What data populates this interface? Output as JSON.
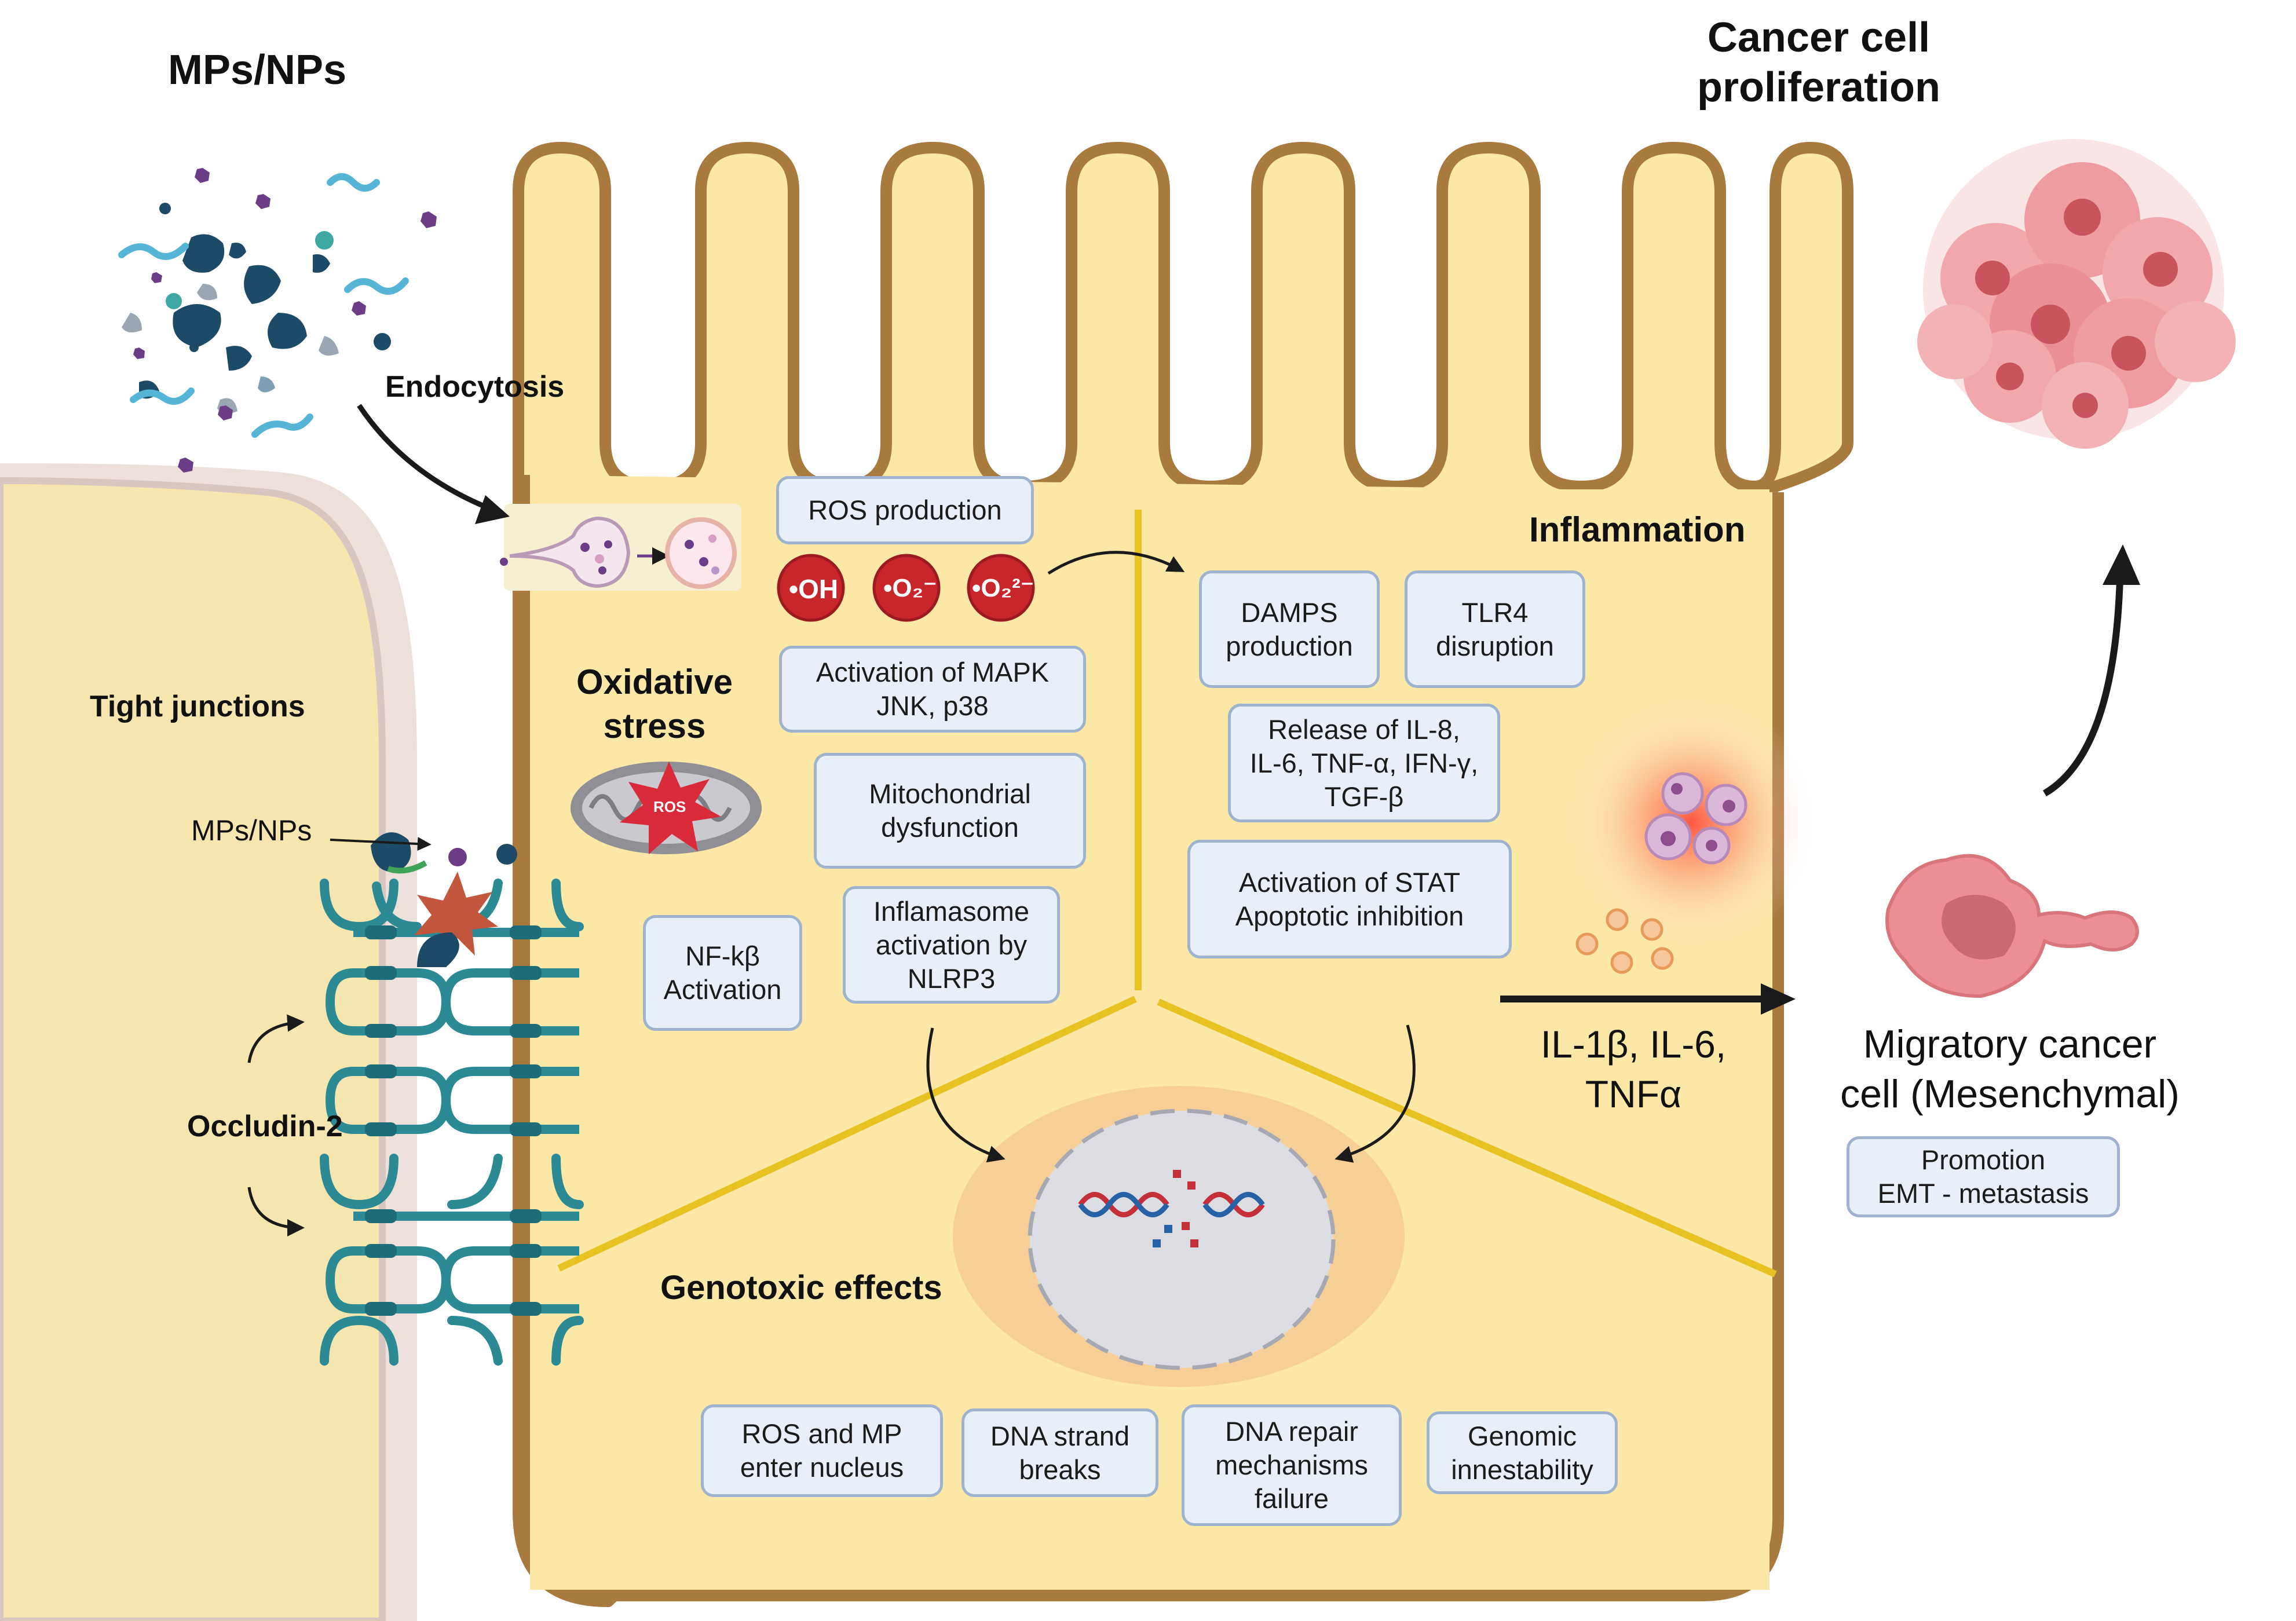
{
  "title_particles": "MPs/NPs",
  "title_cancer": "Cancer cell\nproliferation",
  "endocytosis": "Endocytosis",
  "tight_junctions": "Tight junctions",
  "mps_nps_small": "MPs/NPs",
  "occludin": "Occludin-2",
  "oxidative_stress": "Oxidative\nstress",
  "ros_label": "ROS",
  "radicals": [
    "•OH",
    "•O₂⁻",
    "•O₂²⁻"
  ],
  "inflammation": "Inflammation",
  "genotoxic": "Genotoxic effects",
  "cytokines": "IL-1β, IL-6,\nTNFα",
  "migratory": "Migratory cancer\ncell (Mesenchymal)",
  "boxes": {
    "ros_production": "ROS production",
    "mapk": "Activation of MAPK\nJNK, p38",
    "mito": "Mitochondrial\ndysfunction",
    "nfkb": "NF-kβ\nActivation",
    "inflamasome": "Inflamasome\nactivation by\nNLRP3",
    "damps": "DAMPS\nproduction",
    "tlr4": "TLR4\ndisruption",
    "release": "Release of IL-8,\nIL-6, TNF-α, IFN-γ,\nTGF-β",
    "stat": "Activation of STAT\nApoptotic inhibition",
    "ros_nucleus": "ROS and MP\nenter nucleus",
    "dna_breaks": "DNA strand\nbreaks",
    "dna_repair": "DNA repair\nmechanisms\nfailure",
    "genomic": "Genomic\ninnestability",
    "promotion": "Promotion\nEMT -  metastasis"
  },
  "colors": {
    "cell_fill": "#fbe7a6",
    "cell_border": "#a97a3e",
    "divider": "#e8c222",
    "box_fill": "#e8eff8",
    "box_border": "#9fb3cf",
    "nucleus_outer": "#f5cf95",
    "nucleus_inner": "#dcdde3",
    "occludin": "#2b8a93",
    "radical": "#c9262b",
    "cancer": "#ec8f94",
    "particle_dark": "#1d4a67",
    "particle_light": "#56b5d6"
  }
}
